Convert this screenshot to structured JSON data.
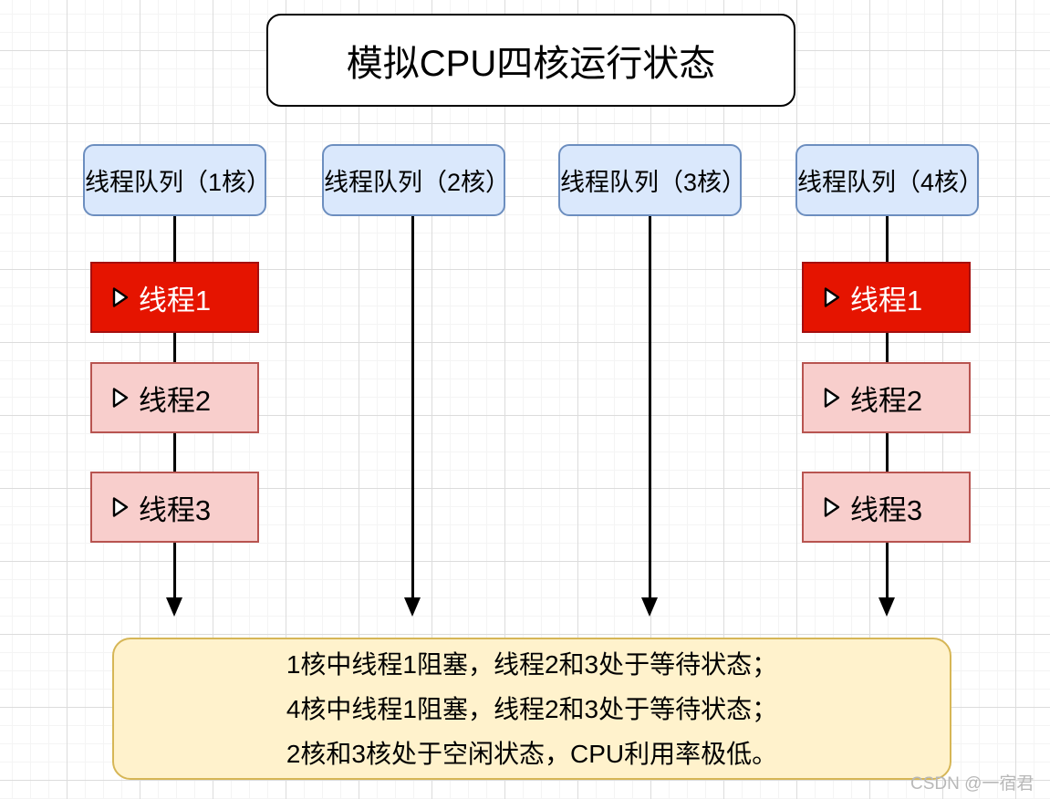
{
  "diagram": {
    "title": "模拟CPU四核运行状态",
    "columns": [
      {
        "label": "线程队列（1核）",
        "threads": [
          {
            "label": "线程1",
            "state": "blocked"
          },
          {
            "label": "线程2",
            "state": "waiting"
          },
          {
            "label": "线程3",
            "state": "waiting"
          }
        ]
      },
      {
        "label": "线程队列（2核）",
        "threads": []
      },
      {
        "label": "线程队列（3核）",
        "threads": []
      },
      {
        "label": "线程队列（4核）",
        "threads": [
          {
            "label": "线程1",
            "state": "blocked"
          },
          {
            "label": "线程2",
            "state": "waiting"
          },
          {
            "label": "线程3",
            "state": "waiting"
          }
        ]
      }
    ],
    "note_lines": [
      "1核中线程1阻塞，线程2和3处于等待状态；",
      "4核中线程1阻塞，线程2和3处于等待状态；",
      "2核和3核处于空闲状态，CPU利用率极低。"
    ],
    "watermark": "CSDN @一宿君",
    "colors": {
      "header_fill": "#dae8fc",
      "header_border": "#6c8ebf",
      "blocked_fill": "#e51400",
      "blocked_border": "#a50f0f",
      "waiting_fill": "#f8cecc",
      "waiting_border": "#b85450",
      "note_fill": "#fff2cc",
      "note_border": "#d6b656",
      "connector": "#000000"
    }
  }
}
